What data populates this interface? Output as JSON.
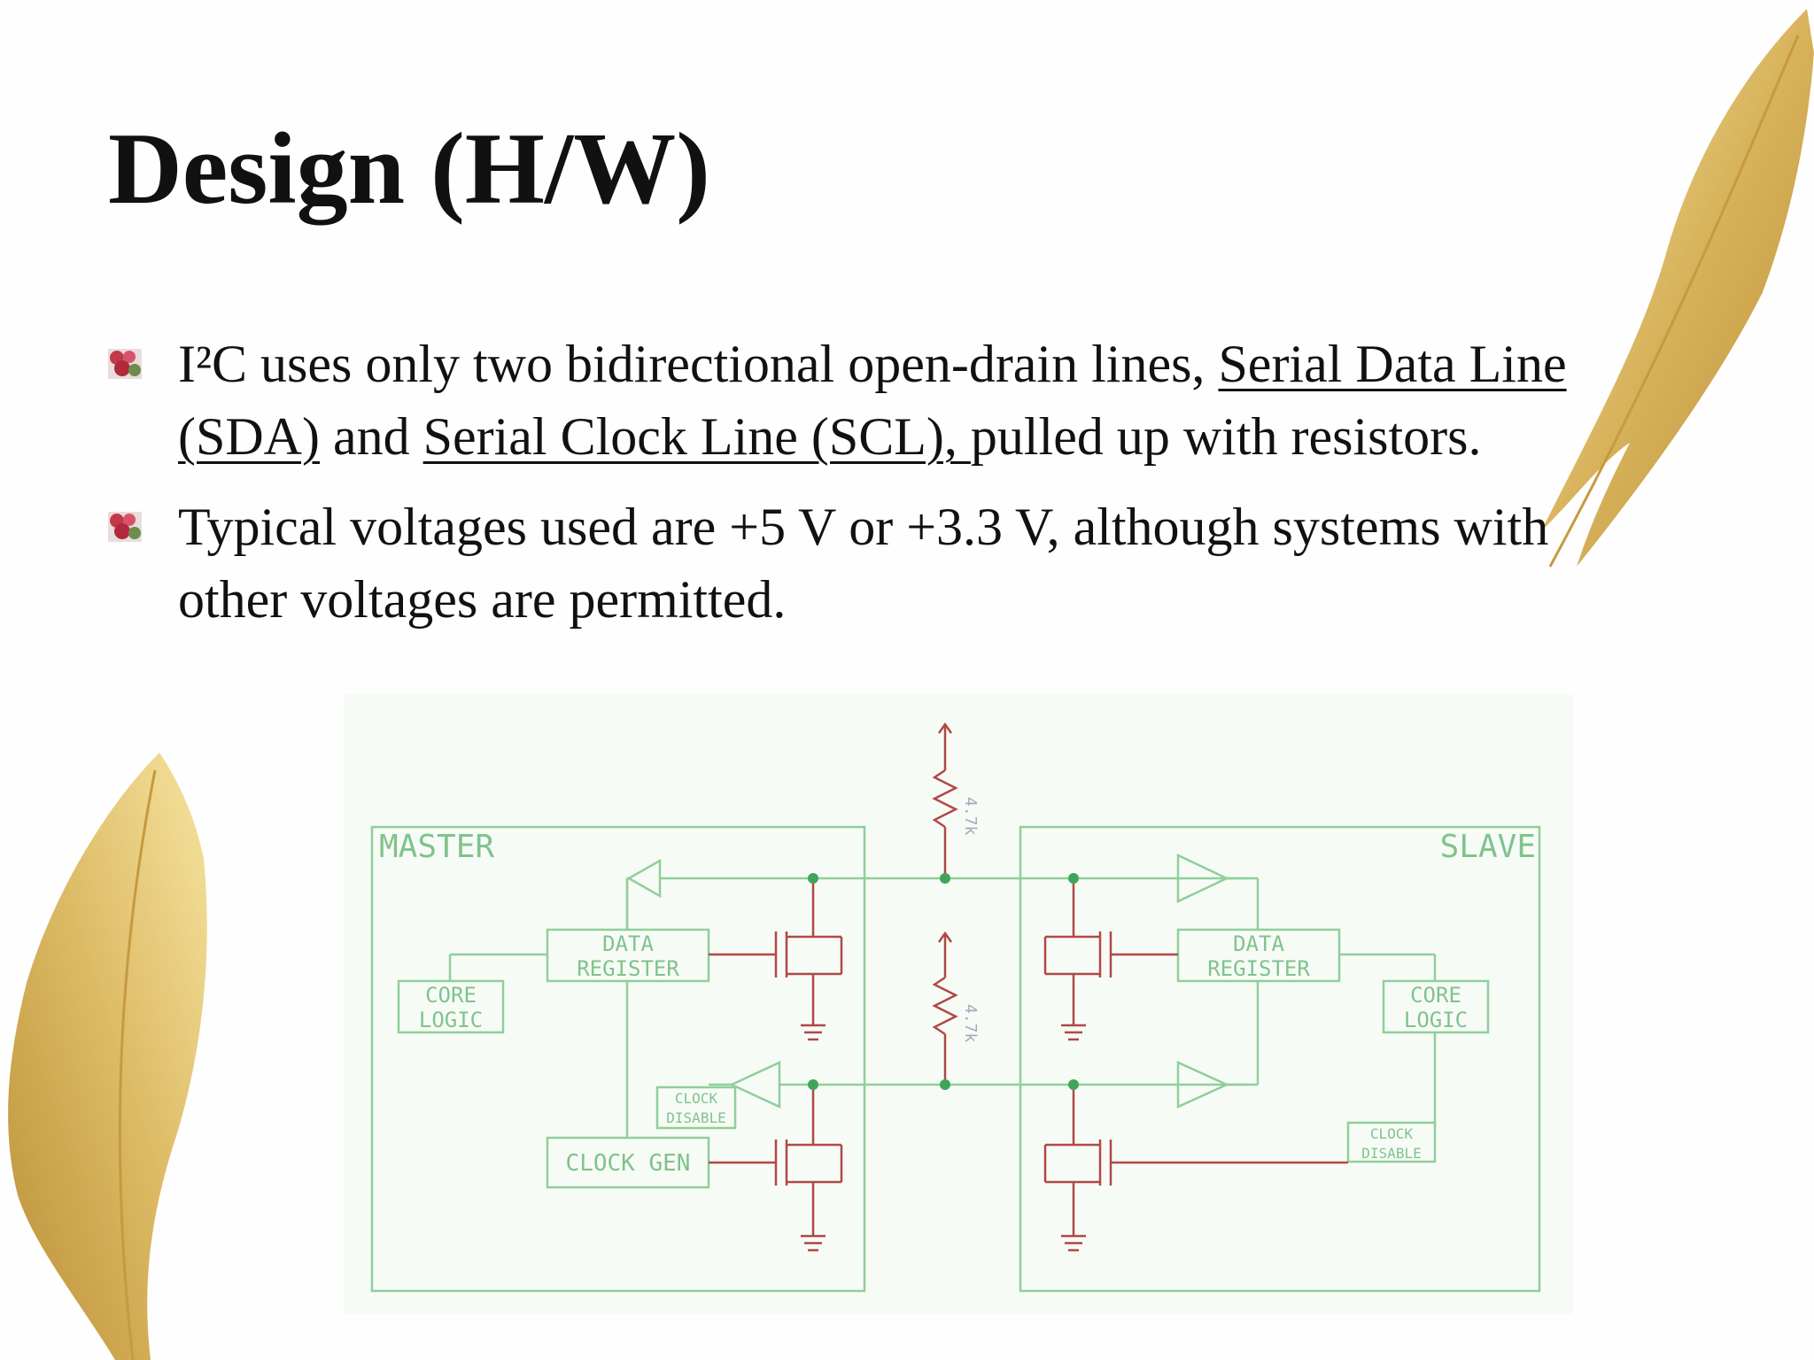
{
  "slide": {
    "title": "Design (H/W)",
    "bullets": [
      {
        "p1": "I²C uses only two bidirectional open-drain lines, ",
        "sda": "Serial Data Line (SDA)",
        "p2": " and ",
        "scl": "Serial Clock Line (SCL), ",
        "p3": "pulled up with resistors."
      },
      {
        "text": "Typical voltages used are +5 V or +3.3 V, although systems with other voltages are permitted."
      }
    ],
    "bullet_icon": "flower-bullet-icon",
    "decoration": "gold-feather"
  },
  "diagram": {
    "master_label": "MASTER",
    "slave_label": "SLAVE",
    "master_data_register": [
      "DATA",
      "REGISTER"
    ],
    "slave_data_register": [
      "DATA",
      "REGISTER"
    ],
    "master_core_logic": [
      "CORE",
      "LOGIC"
    ],
    "slave_core_logic": [
      "CORE",
      "LOGIC"
    ],
    "clock_gen": "CLOCK GEN",
    "master_clock_disable": [
      "CLOCK",
      "DISABLE"
    ],
    "slave_clock_disable": [
      "CLOCK",
      "DISABLE"
    ],
    "resistor_top": "4.7k",
    "resistor_mid": "4.7k",
    "colors": {
      "block": "#8fcf9a",
      "component": "#b04848",
      "background": "#f7fbf6"
    }
  }
}
